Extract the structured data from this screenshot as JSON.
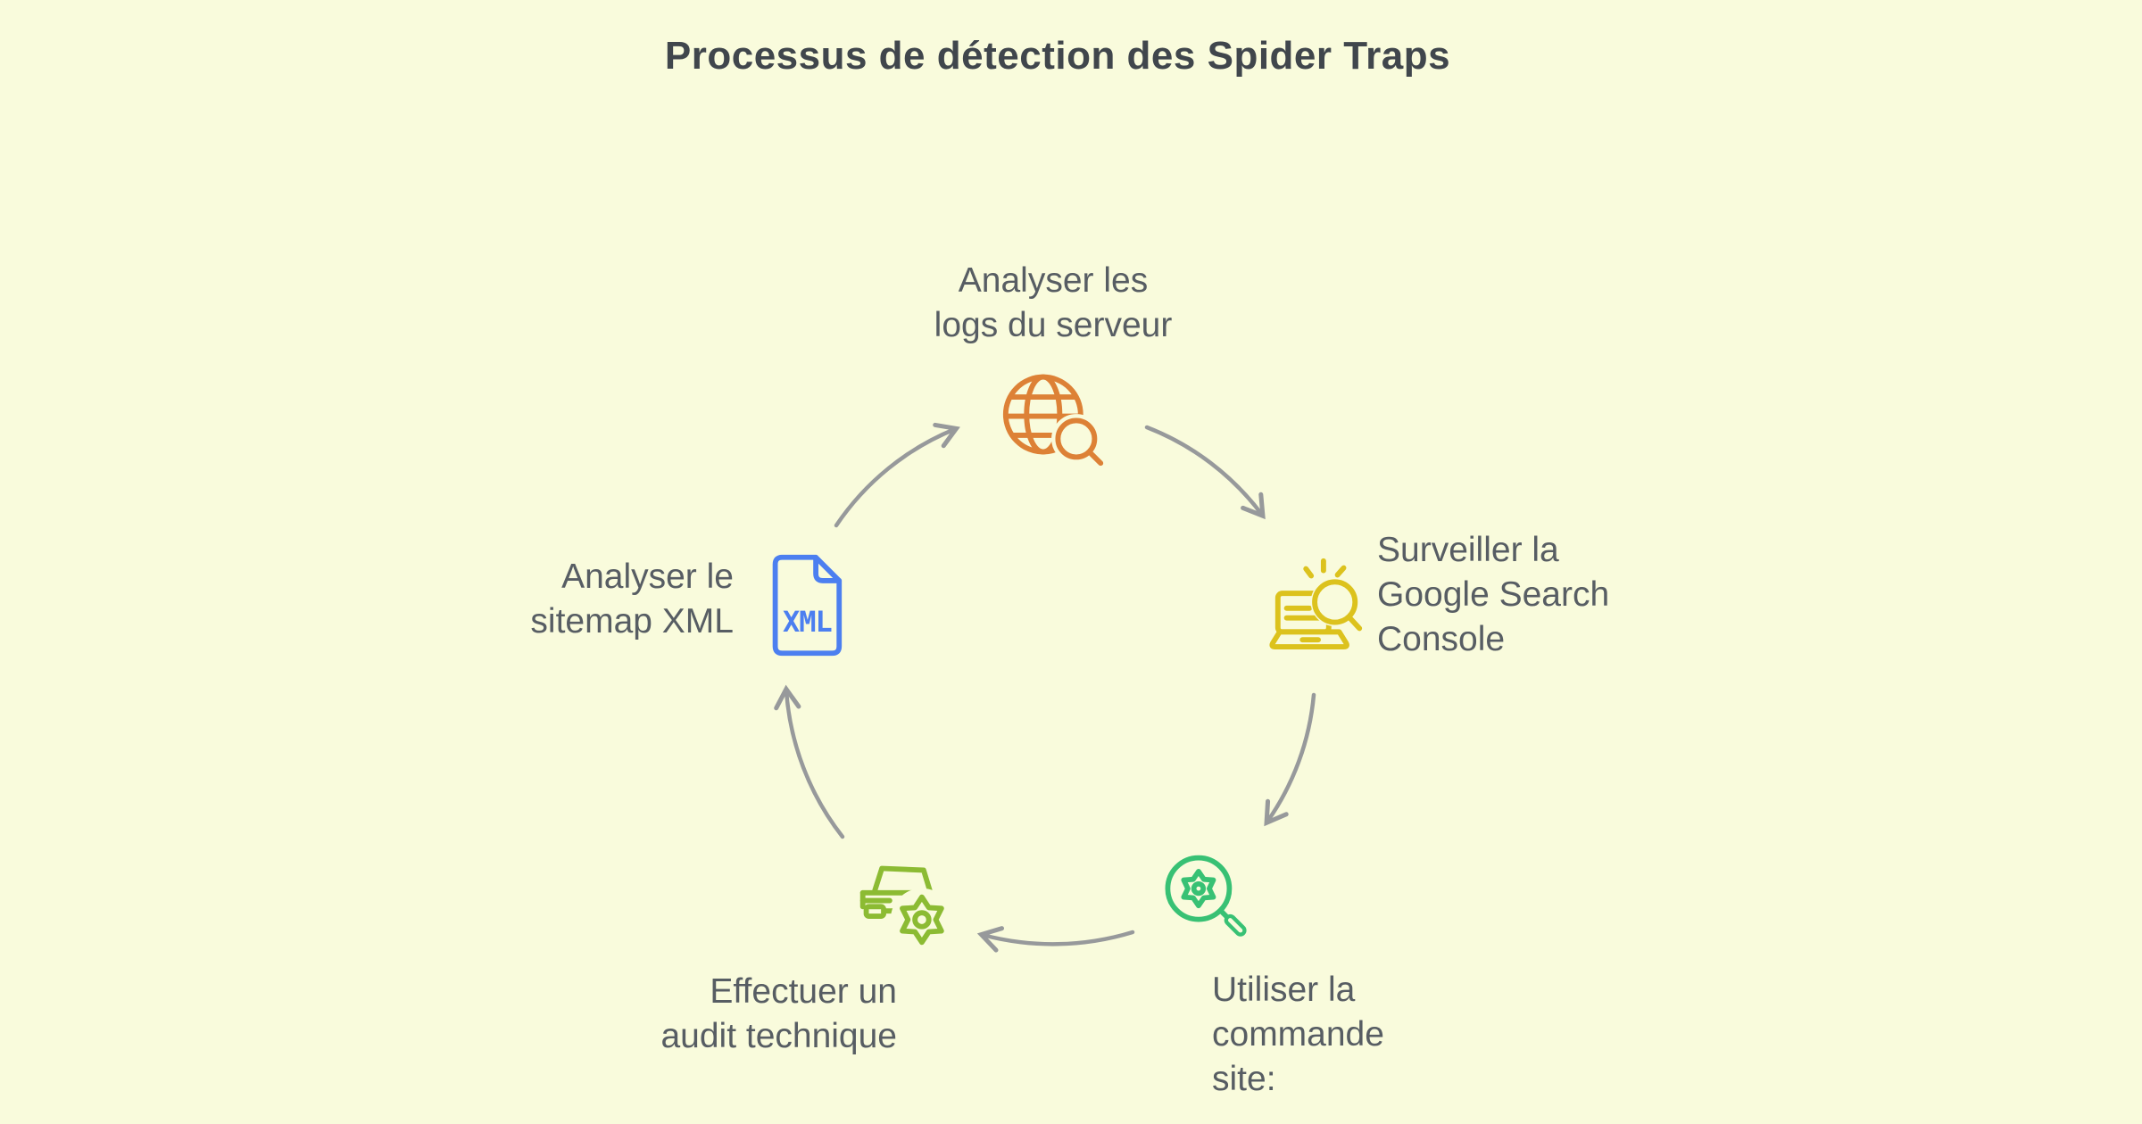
{
  "title": "Processus de détection des Spider Traps",
  "colors": {
    "background": "#f9fbdc",
    "title": "#40464c",
    "label": "#575d63",
    "arrow": "#97999b"
  },
  "steps": [
    {
      "id": "analyser-logs",
      "icon": "globe-search-icon",
      "color": "#dd8136",
      "lines": [
        "Analyser les",
        "logs du serveur"
      ]
    },
    {
      "id": "surveiller-gsc",
      "icon": "laptop-search-icon",
      "color": "#dcc21d",
      "lines": [
        "Surveiller la",
        "Google Search",
        "Console"
      ]
    },
    {
      "id": "commande-site",
      "icon": "magnifier-gear-icon",
      "color": "#38c174",
      "lines": [
        "Utiliser la",
        "commande",
        "site:"
      ]
    },
    {
      "id": "audit-technique",
      "icon": "car-gear-icon",
      "color": "#8cbb33",
      "lines": [
        "Effectuer un",
        "audit technique"
      ]
    },
    {
      "id": "sitemap-xml",
      "icon": "xml-file-icon",
      "color": "#4c7ff0",
      "lines": [
        "Analyser le",
        "sitemap XML"
      ],
      "badge": "XML"
    }
  ]
}
